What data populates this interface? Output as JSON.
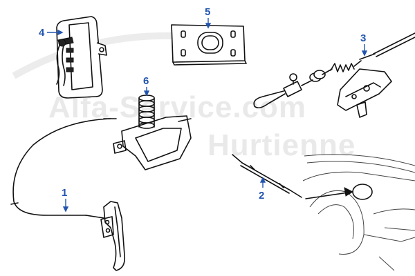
{
  "watermark": {
    "line1": "Alfa-Service.com",
    "line2": "Hurtienne"
  },
  "callouts": [
    {
      "id": "part-1",
      "label": "1"
    },
    {
      "id": "part-2",
      "label": "2"
    },
    {
      "id": "part-3",
      "label": "3"
    },
    {
      "id": "part-4",
      "label": "4"
    },
    {
      "id": "part-5",
      "label": "5"
    },
    {
      "id": "part-6",
      "label": "6"
    }
  ],
  "colors": {
    "callout": "#2255b0",
    "ink": "#111111",
    "watermark": "#e9e9e9"
  }
}
